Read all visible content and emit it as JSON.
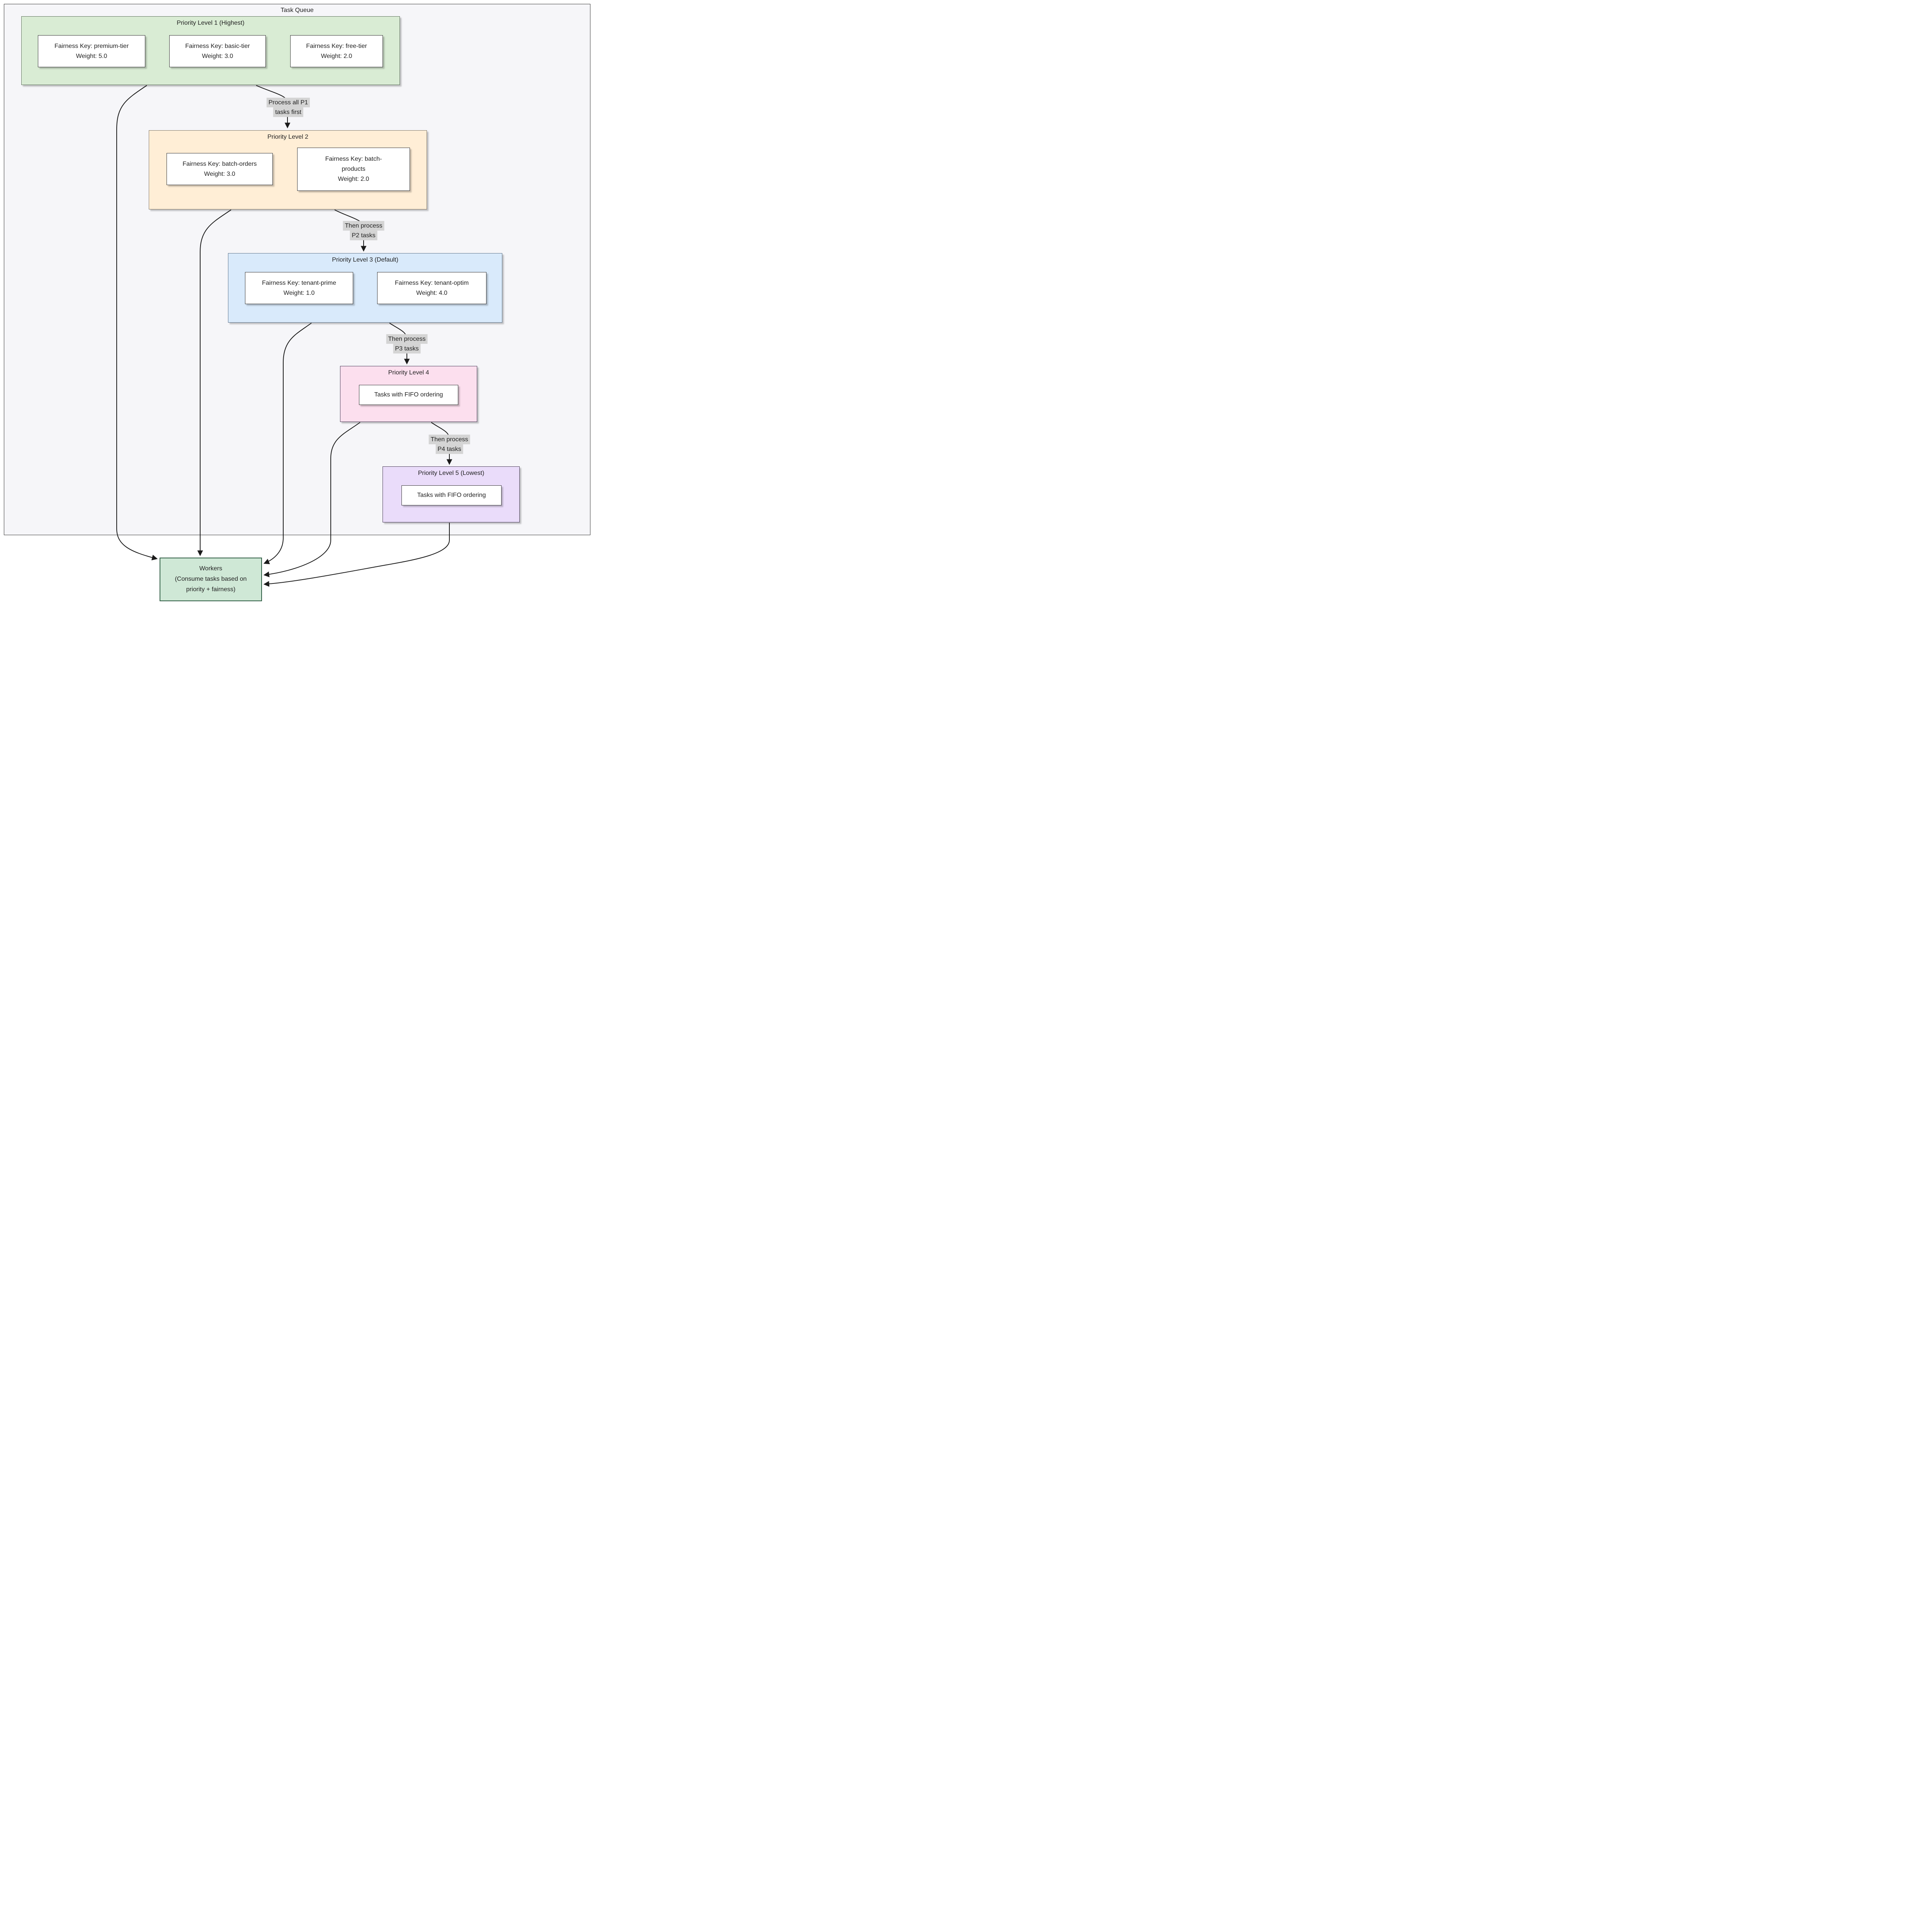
{
  "diagram": {
    "container_title": "Task Queue",
    "levels": [
      {
        "title": "Priority Level 1 (Highest)",
        "items": [
          "Fairness Key: premium-tier\nWeight: 5.0",
          "Fairness Key: basic-tier\nWeight: 3.0",
          "Fairness Key: free-tier\nWeight: 2.0"
        ]
      },
      {
        "title": "Priority Level 2",
        "items": [
          "Fairness Key: batch-orders\nWeight: 3.0",
          "Fairness Key: batch-products\nWeight: 2.0"
        ]
      },
      {
        "title": "Priority Level 3 (Default)",
        "items": [
          "Fairness Key: tenant-prime\nWeight: 1.0",
          "Fairness Key: tenant-optim\nWeight: 4.0"
        ]
      },
      {
        "title": "Priority Level 4",
        "items": [
          "Tasks with FIFO ordering"
        ]
      },
      {
        "title": "Priority Level 5 (Lowest)",
        "items": [
          "Tasks with FIFO ordering"
        ]
      }
    ],
    "edge_labels": [
      [
        "Process all P1",
        "tasks first"
      ],
      [
        "Then process",
        "P2 tasks"
      ],
      [
        "Then process",
        "P3 tasks"
      ],
      [
        "Then process",
        "P4 tasks"
      ]
    ],
    "workers_label": "Workers\n(Consume tasks based on\npriority + fairness)",
    "colors": {
      "container_fill": "#f6f6f9",
      "container_stroke": "#343434",
      "level1_fill": "#d9ecd4",
      "level1_stroke": "#5c705a",
      "level2_fill": "#ffeed6",
      "level2_stroke": "#7f7666",
      "level3_fill": "#d9eafb",
      "level3_stroke": "#5d7389",
      "level4_fill": "#fcdfee",
      "level4_stroke": "#473a56",
      "level5_fill": "#eadcfa",
      "level5_stroke": "#473a56",
      "workers_fill": "#cfe8d6",
      "workers_stroke": "#2f5d44",
      "node_fill": "#ffffff",
      "node_stroke": "#333333",
      "edge_label_bg": "#d4d4d4",
      "edge_color": "#1a1a1a",
      "text_color": "#1f1f1f"
    }
  }
}
